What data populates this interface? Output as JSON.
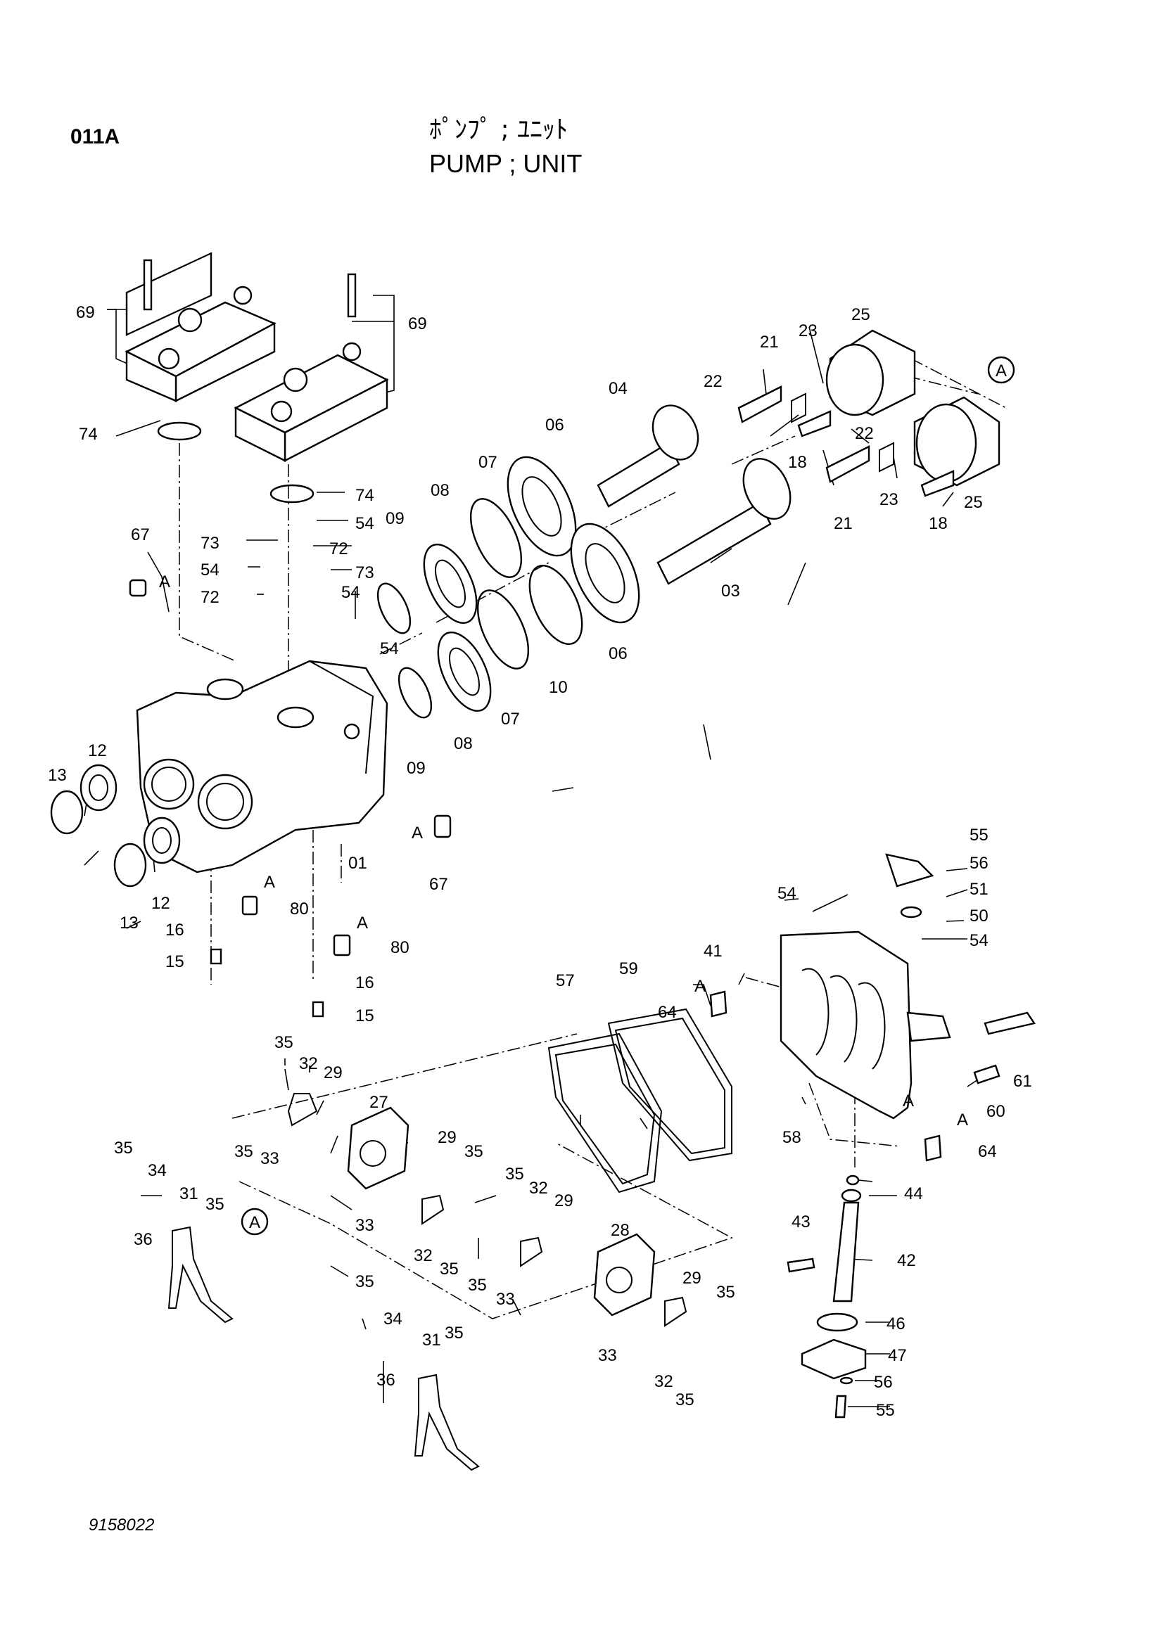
{
  "header": {
    "page_code": "011A",
    "title_jp": "ﾎﾟﾝﾌﾟ ; ﾕﾆｯﾄ",
    "title_en": "PUMP  ; UNIT"
  },
  "footer": {
    "doc_number": "9158022"
  },
  "diagram": {
    "callouts": [
      {
        "id": "c69a",
        "text": "69"
      },
      {
        "id": "c69b",
        "text": "69"
      },
      {
        "id": "c74a",
        "text": "74"
      },
      {
        "id": "c74b",
        "text": "74"
      },
      {
        "id": "c54a",
        "text": "54"
      },
      {
        "id": "c73a",
        "text": "73"
      },
      {
        "id": "c72a",
        "text": "72"
      },
      {
        "id": "c54b",
        "text": "54"
      },
      {
        "id": "c73b",
        "text": "73"
      },
      {
        "id": "c72b",
        "text": "72"
      },
      {
        "id": "c54c",
        "text": "54"
      },
      {
        "id": "c54d",
        "text": "54"
      },
      {
        "id": "c67a",
        "text": "67"
      },
      {
        "id": "c67b",
        "text": "67"
      },
      {
        "id": "c09a",
        "text": "09"
      },
      {
        "id": "c09b",
        "text": "09"
      },
      {
        "id": "c08a",
        "text": "08"
      },
      {
        "id": "c08b",
        "text": "08"
      },
      {
        "id": "c07a",
        "text": "07"
      },
      {
        "id": "c07b",
        "text": "07"
      },
      {
        "id": "c06a",
        "text": "06"
      },
      {
        "id": "c06b",
        "text": "06"
      },
      {
        "id": "c10",
        "text": "10"
      },
      {
        "id": "c04",
        "text": "04"
      },
      {
        "id": "c03",
        "text": "03"
      },
      {
        "id": "c22a",
        "text": "22"
      },
      {
        "id": "c22b",
        "text": "22"
      },
      {
        "id": "c21a",
        "text": "21"
      },
      {
        "id": "c21b",
        "text": "21"
      },
      {
        "id": "c23a",
        "text": "23"
      },
      {
        "id": "c23b",
        "text": "23"
      },
      {
        "id": "c25a",
        "text": "25"
      },
      {
        "id": "c25b",
        "text": "25"
      },
      {
        "id": "c18a",
        "text": "18"
      },
      {
        "id": "c18b",
        "text": "18"
      },
      {
        "id": "c12a",
        "text": "12"
      },
      {
        "id": "c12b",
        "text": "12"
      },
      {
        "id": "c13a",
        "text": "13"
      },
      {
        "id": "c13b",
        "text": "13"
      },
      {
        "id": "c01",
        "text": "01"
      },
      {
        "id": "c16a",
        "text": "16"
      },
      {
        "id": "c16b",
        "text": "16"
      },
      {
        "id": "c15a",
        "text": "15"
      },
      {
        "id": "c15b",
        "text": "15"
      },
      {
        "id": "c80a",
        "text": "80"
      },
      {
        "id": "c80b",
        "text": "80"
      },
      {
        "id": "c55a",
        "text": "55"
      },
      {
        "id": "c55b",
        "text": "55"
      },
      {
        "id": "c56a",
        "text": "56"
      },
      {
        "id": "c56b",
        "text": "56"
      },
      {
        "id": "c51",
        "text": "51"
      },
      {
        "id": "c50",
        "text": "50"
      },
      {
        "id": "c54e",
        "text": "54"
      },
      {
        "id": "c54f",
        "text": "54"
      },
      {
        "id": "c41",
        "text": "41"
      },
      {
        "id": "c57",
        "text": "57"
      },
      {
        "id": "c59",
        "text": "59"
      },
      {
        "id": "c64a",
        "text": "64"
      },
      {
        "id": "c64b",
        "text": "64"
      },
      {
        "id": "c61",
        "text": "61"
      },
      {
        "id": "c60",
        "text": "60"
      },
      {
        "id": "c58",
        "text": "58"
      },
      {
        "id": "c44",
        "text": "44"
      },
      {
        "id": "c43",
        "text": "43"
      },
      {
        "id": "c42",
        "text": "42"
      },
      {
        "id": "c46",
        "text": "46"
      },
      {
        "id": "c47",
        "text": "47"
      },
      {
        "id": "c27",
        "text": "27"
      },
      {
        "id": "c28",
        "text": "28"
      },
      {
        "id": "c29a",
        "text": "29"
      },
      {
        "id": "c29b",
        "text": "29"
      },
      {
        "id": "c29c",
        "text": "29"
      },
      {
        "id": "c29d",
        "text": "29"
      },
      {
        "id": "c32a",
        "text": "32"
      },
      {
        "id": "c32b",
        "text": "32"
      },
      {
        "id": "c32c",
        "text": "32"
      },
      {
        "id": "c32d",
        "text": "32"
      },
      {
        "id": "c33a",
        "text": "33"
      },
      {
        "id": "c33b",
        "text": "33"
      },
      {
        "id": "c33c",
        "text": "33"
      },
      {
        "id": "c33d",
        "text": "33"
      },
      {
        "id": "c35a",
        "text": "35"
      },
      {
        "id": "c35b",
        "text": "35"
      },
      {
        "id": "c35c",
        "text": "35"
      },
      {
        "id": "c35d",
        "text": "35"
      },
      {
        "id": "c35e",
        "text": "35"
      },
      {
        "id": "c35f",
        "text": "35"
      },
      {
        "id": "c35g",
        "text": "35"
      },
      {
        "id": "c35h",
        "text": "35"
      },
      {
        "id": "c35i",
        "text": "35"
      },
      {
        "id": "c35j",
        "text": "35"
      },
      {
        "id": "c35k",
        "text": "35"
      },
      {
        "id": "c35l",
        "text": "35"
      },
      {
        "id": "c34a",
        "text": "34"
      },
      {
        "id": "c34b",
        "text": "34"
      },
      {
        "id": "c31a",
        "text": "31"
      },
      {
        "id": "c31b",
        "text": "31"
      },
      {
        "id": "c36a",
        "text": "36"
      },
      {
        "id": "c36b",
        "text": "36"
      }
    ],
    "ref_marks": [
      {
        "id": "ra1",
        "text": "A"
      },
      {
        "id": "ra2",
        "text": "A"
      },
      {
        "id": "ra3",
        "text": "A"
      },
      {
        "id": "ra4",
        "text": "A"
      },
      {
        "id": "ra5",
        "text": "A"
      },
      {
        "id": "ra6",
        "text": "A"
      },
      {
        "id": "ra7",
        "text": "A"
      }
    ],
    "circle_marks": [
      {
        "id": "ca1",
        "text": "A"
      },
      {
        "id": "ca2",
        "text": "A"
      }
    ]
  }
}
